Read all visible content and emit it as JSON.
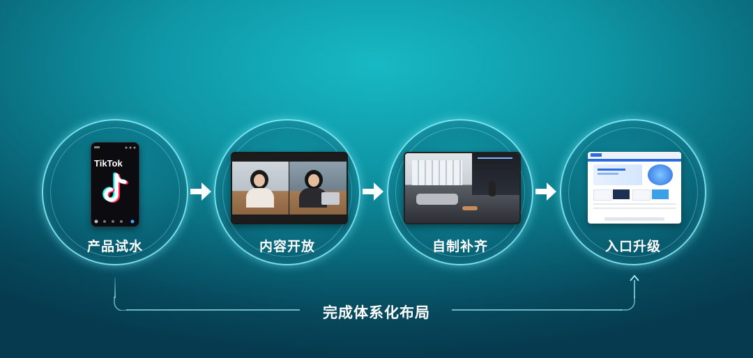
{
  "steps": [
    {
      "label": "产品试水",
      "image": "tiktok-phone-app"
    },
    {
      "label": "内容开放",
      "image": "video-call-two-women"
    },
    {
      "label": "自制补齐",
      "image": "studio-set"
    },
    {
      "label": "入口升级",
      "image": "web-portal"
    }
  ],
  "phone": {
    "brand": "TikTok"
  },
  "summary": {
    "label": "完成体系化布局"
  },
  "colors": {
    "ring": "#8cf5ff",
    "arrow": "#ffffff",
    "line": "#96ebf5"
  }
}
